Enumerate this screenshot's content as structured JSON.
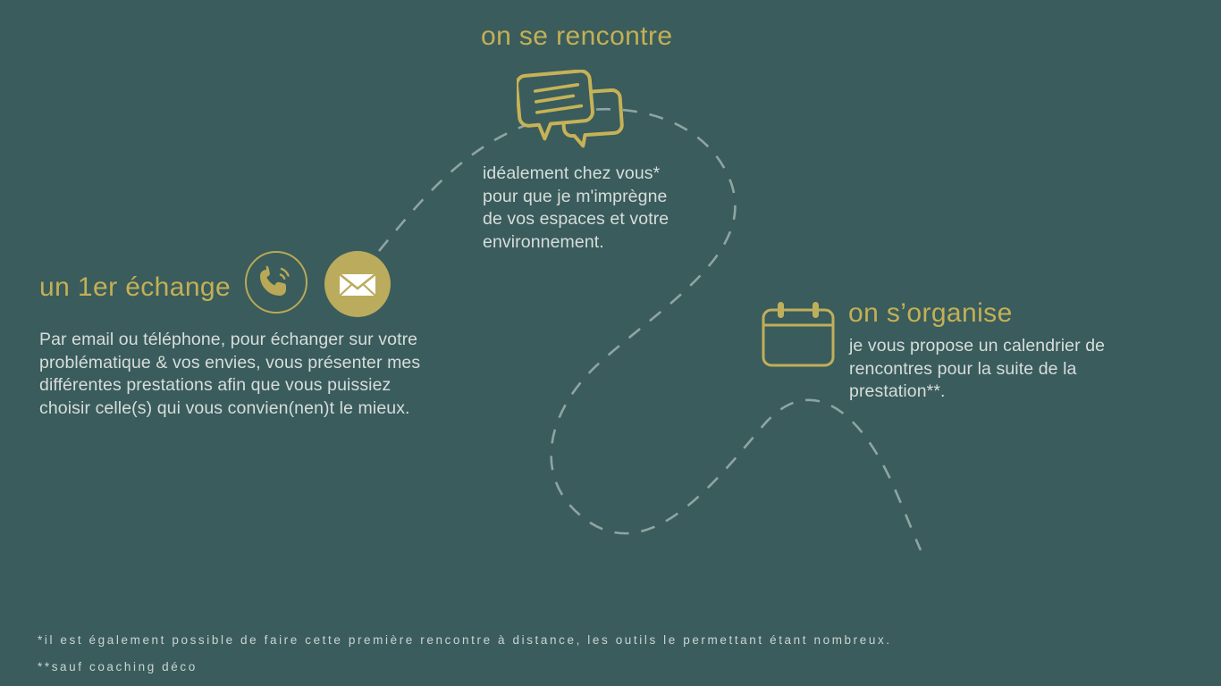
{
  "page": {
    "background_color": "#3a5c5c",
    "gold_color": "#c3b055",
    "text_color": "#d7dddc",
    "dash_color": "#8fa5a2"
  },
  "sections": {
    "meet": {
      "title": "on se rencontre",
      "icon": "speech-bubbles-icon",
      "lines": [
        "idéalement chez vous*",
        "pour que je m'imprègne",
        "de vos espaces et votre",
        "environnement."
      ]
    },
    "first_exchange": {
      "title": "un 1er échange",
      "icons": [
        "phone-icon",
        "envelope-icon"
      ],
      "lines": [
        "Par email ou téléphone, pour échanger sur votre",
        "problématique & vos envies, vous présenter mes",
        "différentes prestations afin que vous puissiez",
        "choisir celle(s) qui vous convien(nen)t le mieux."
      ]
    },
    "organise": {
      "title": "on s’organise",
      "icon": "calendar-icon",
      "lines": [
        "je vous propose un calendrier de",
        "rencontres pour la suite de la",
        "prestation**."
      ]
    }
  },
  "footnotes": [
    "*il est également possible de faire cette première rencontre à distance, les outils le permettant étant nombreux.",
    "**sauf coaching déco"
  ]
}
